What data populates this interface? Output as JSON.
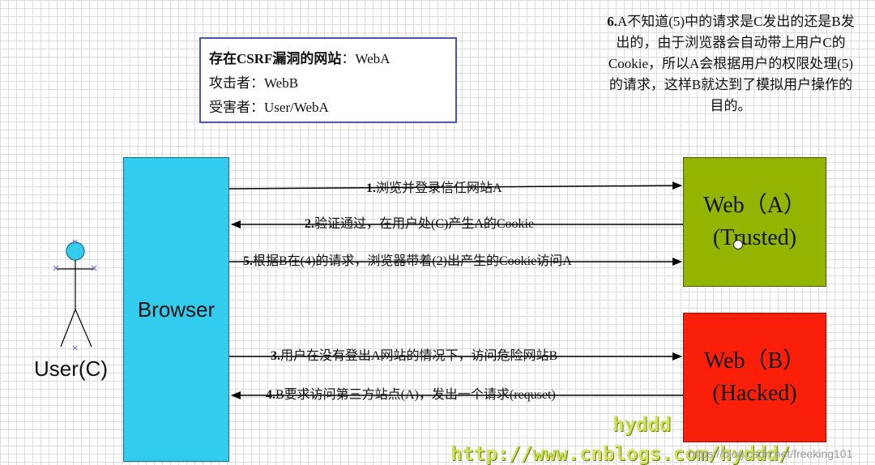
{
  "info_box": {
    "line1_bold": "存在CSRF漏洞的网站",
    "line1_rest": "：WebA",
    "line2": "攻击者：WebB",
    "line3": "受害者：User/WebA"
  },
  "note": {
    "number": "6.",
    "text": "A不知道(5)中的请求是C发出的还是B发出的，由于浏览器会自动带上用户C的Cookie，所以A会根据用户的权限处理(5)的请求，这样B就达到了模拟用户操作的目的。"
  },
  "browser": {
    "label": "Browser"
  },
  "user": {
    "label": "User(C)"
  },
  "web_a": {
    "line1": "Web（A）",
    "line2": "(Trusted)",
    "color": "#93b500"
  },
  "web_b": {
    "line1": "Web（B）",
    "line2": "(Hacked)",
    "color": "#fb1e09"
  },
  "arrows": [
    {
      "num": "1.",
      "text": "浏览并登录信任网站A"
    },
    {
      "num": "2.",
      "text": "验证通过，在用户处(C)产生A的Cookie"
    },
    {
      "num": "5.",
      "text": "根据B在(4)的请求，浏览器带着(2)出产生的Cookie访问A"
    },
    {
      "num": "3.",
      "text": "用户在没有登出A网站的情况下，访问危险网站B"
    },
    {
      "num": "4.",
      "text": "B要求访问第三方站点(A)，发出一个请求(requset)"
    }
  ],
  "watermarks": {
    "w1": "hyddd",
    "w2": "http://www.cnblogs.com/hyddd/",
    "w3": "https://blog.csdn.net/freeking101"
  }
}
